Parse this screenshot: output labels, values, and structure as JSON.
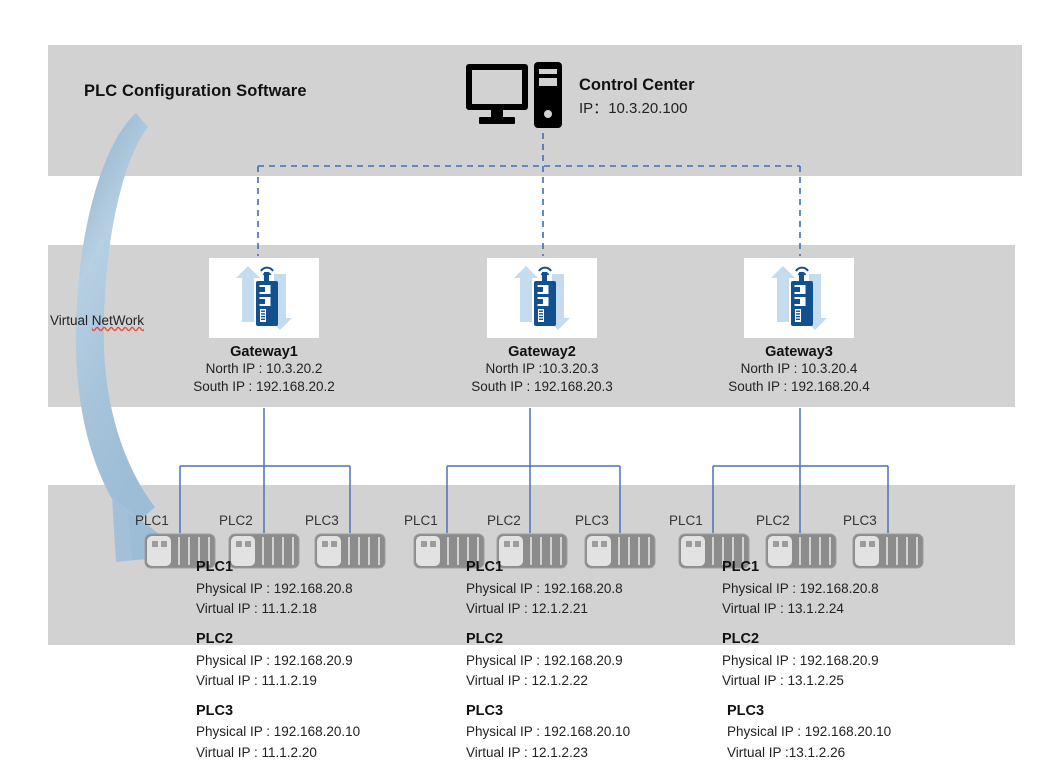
{
  "zones": {
    "top_title": "PLC Configuration Software",
    "middle_label_prefix": "Virtual ",
    "middle_label_misspelled": "NetWork"
  },
  "control_center": {
    "icon": "desktop-computer-icon",
    "title": "Control Center",
    "ip_label": "IP：",
    "ip_value": "10.3.20.100"
  },
  "gateways": [
    {
      "icon": "wireless-gateway-icon",
      "name": "Gateway1",
      "north": "North IP : 10.3.20.2",
      "south": "South IP : 192.168.20.2"
    },
    {
      "icon": "wireless-gateway-icon",
      "name": "Gateway2",
      "north": "North IP :10.3.20.3",
      "south": "South IP : 192.168.20.3"
    },
    {
      "icon": "wireless-gateway-icon",
      "name": "Gateway3",
      "north": "North IP : 10.3.20.4",
      "south": "South IP : 192.168.20.4"
    }
  ],
  "plc_groups": [
    {
      "captions": [
        "PLC1",
        "PLC2",
        "PLC3"
      ],
      "details": [
        {
          "name": "PLC1",
          "physical": "Physical IP : 192.168.20.8",
          "virtual": "Virtual IP : 11.1.2.18"
        },
        {
          "name": "PLC2",
          "physical": "Physical IP : 192.168.20.9",
          "virtual": "Virtual IP : 11.1.2.19"
        },
        {
          "name": "PLC3",
          "physical": "Physical IP : 192.168.20.10",
          "virtual": "Virtual IP : 11.1.2.20"
        }
      ]
    },
    {
      "captions": [
        "PLC1",
        "PLC2",
        "PLC3"
      ],
      "details": [
        {
          "name": "PLC1",
          "physical": "Physical IP : 192.168.20.8",
          "virtual": "Virtual IP : 12.1.2.21"
        },
        {
          "name": "PLC2",
          "physical": "Physical IP : 192.168.20.9",
          "virtual": "Virtual IP : 12.1.2.22"
        },
        {
          "name": "PLC3",
          "physical": "Physical IP : 192.168.20.10",
          "virtual": "Virtual IP : 12.1.2.23"
        }
      ]
    },
    {
      "captions": [
        "PLC1",
        "PLC2",
        "PLC3"
      ],
      "details": [
        {
          "name": "PLC1",
          "physical": "Physical IP : 192.168.20.8",
          "virtual": "Virtual IP : 13.1.2.24"
        },
        {
          "name": "PLC2",
          "physical": "Physical IP : 192.168.20.9",
          "virtual": "Virtual IP : 13.1.2.25"
        },
        {
          "name": "PLC3",
          "physical": "Physical IP : 192.168.20.10",
          "virtual": "Virtual IP :13.1.2.26"
        }
      ]
    }
  ],
  "colors": {
    "band": "#d2d2d2",
    "link_solid": "#4a72b8",
    "link_dashed": "#3e6fb5",
    "gateway_device": "#12508f",
    "gateway_arrow": "#c5dcee",
    "big_arrow": "#8fafc9",
    "plc_body_light": "#dedede",
    "plc_body_dark": "#8c8c8c",
    "text": "#222222"
  }
}
